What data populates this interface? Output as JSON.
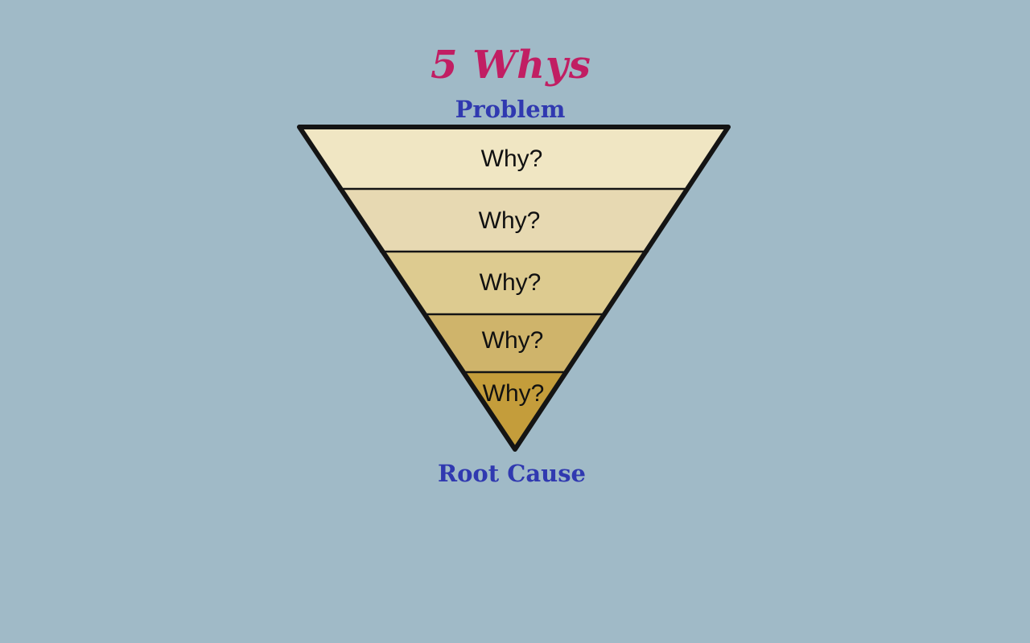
{
  "title": "5 Whys",
  "labels": {
    "top": "Problem",
    "bottom": "Root Cause"
  },
  "funnel": {
    "layers": [
      {
        "label": "Why?",
        "color": "#f0e6c3"
      },
      {
        "label": "Why?",
        "color": "#e7d9b2"
      },
      {
        "label": "Why?",
        "color": "#ddcb90"
      },
      {
        "label": "Why?",
        "color": "#cfb46b"
      },
      {
        "label": "Why?",
        "color": "#c49d3b"
      }
    ]
  },
  "colors": {
    "background": "#a0bac7",
    "title": "#c11e63",
    "endpoint_labels": "#3039b0",
    "outline": "#141414",
    "why_text": "#111111"
  }
}
